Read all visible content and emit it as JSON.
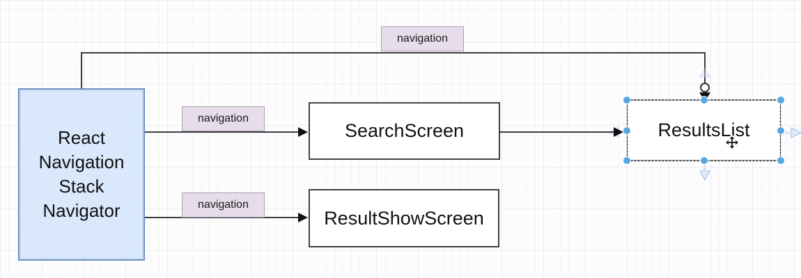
{
  "diagram": {
    "nodes": [
      {
        "id": "stack-navigator",
        "label": "React Navigation Stack Navigator",
        "shape": "rectangle",
        "fill": "#dae8fc",
        "stroke": "#6c8ebf",
        "selected": false
      },
      {
        "id": "search-screen",
        "label": "SearchScreen",
        "shape": "rectangle",
        "fill": "#ffffff",
        "stroke": "#404040",
        "selected": false
      },
      {
        "id": "result-show-screen",
        "label": "ResultShowScreen",
        "shape": "rectangle",
        "fill": "#ffffff",
        "stroke": "#404040",
        "selected": false
      },
      {
        "id": "results-list",
        "label": "ResultsList",
        "shape": "rectangle",
        "fill": "#ffffff",
        "stroke": "#666666",
        "selected": true
      }
    ],
    "edges": [
      {
        "id": "edge-stack-to-results-list",
        "from": "stack-navigator",
        "to": "results-list",
        "label": "navigation"
      },
      {
        "id": "edge-stack-to-search-screen",
        "from": "stack-navigator",
        "to": "search-screen",
        "label": "navigation"
      },
      {
        "id": "edge-stack-to-result-show-screen",
        "from": "stack-navigator",
        "to": "result-show-screen",
        "label": "navigation"
      },
      {
        "id": "edge-search-screen-to-results-list",
        "from": "search-screen",
        "to": "results-list",
        "label": ""
      }
    ],
    "style": {
      "edge_color": "#3d3d3d",
      "edge_label_fill": "#e6dcea",
      "edge_label_stroke": "#a79fb2",
      "selection_handle_color": "#58a6e1",
      "selection_dash_color": "#2e2e2e",
      "direction_arrow_color": "#aecdf0"
    }
  }
}
